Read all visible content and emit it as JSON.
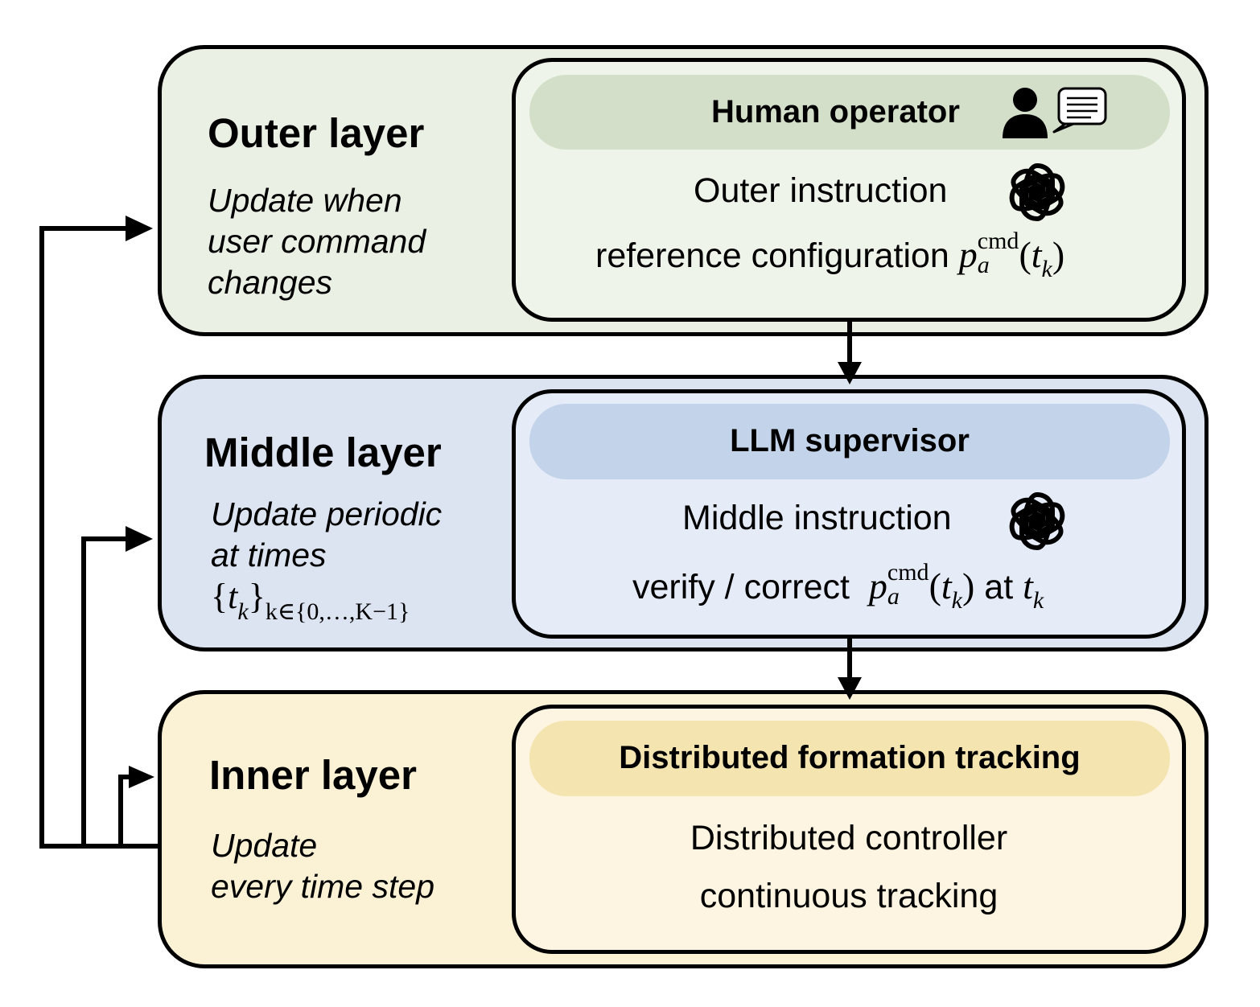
{
  "outer": {
    "title": "Outer layer",
    "desc": [
      "Update when",
      "user command",
      "changes"
    ],
    "role": "Human operator",
    "instruction": "Outer instruction",
    "output_text": "reference configuration"
  },
  "middle": {
    "title": "Middle layer",
    "desc": [
      "Update periodic",
      "at times"
    ],
    "role": "LLM supervisor",
    "instruction": "Middle instruction",
    "output_text": "verify / correct",
    "output_at": "at"
  },
  "inner": {
    "title": "Inner layer",
    "desc": [
      "Update",
      "every time step"
    ],
    "role": "Distributed formation tracking",
    "line1": "Distributed controller",
    "line2": "continuous tracking"
  },
  "math": {
    "p": "p",
    "p_sub": "a",
    "p_sup": "cmd",
    "t": "t",
    "t_sub": "k",
    "set_sub": "k∈{0,…,K−1}"
  },
  "colors": {
    "outer_bg": "#eaf0e3",
    "outer_inner_bg": "#eff4ea",
    "outer_pill": "#d3dfc8",
    "middle_bg": "#dce4f2",
    "middle_inner_bg": "#e5ecf8",
    "middle_pill": "#c3d3ea",
    "inner_bg": "#fbf2d6",
    "inner_inner_bg": "#fdf5e1",
    "inner_pill": "#f3e4b0"
  },
  "icons": [
    "user-chat-icon",
    "openai-logo-icon",
    "openai-logo-icon"
  ]
}
